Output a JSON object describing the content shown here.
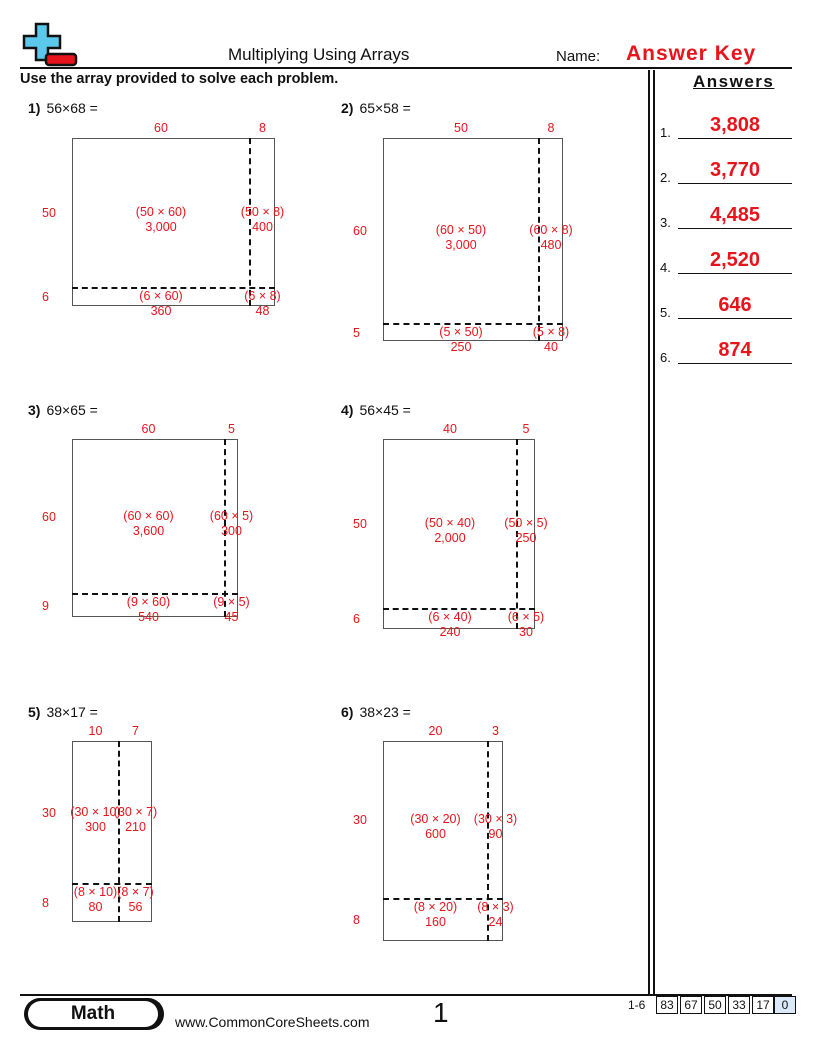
{
  "header": {
    "title": "Multiplying Using Arrays",
    "name_label": "Name:",
    "answer_key": "Answer Key",
    "instructions": "Use the array provided to solve each problem."
  },
  "answers_panel": {
    "heading": "Answers",
    "items": [
      {
        "num": "1.",
        "value": "3,808"
      },
      {
        "num": "2.",
        "value": "3,770"
      },
      {
        "num": "3.",
        "value": "4,485"
      },
      {
        "num": "4.",
        "value": "2,520"
      },
      {
        "num": "5.",
        "value": "646"
      },
      {
        "num": "6.",
        "value": "874"
      }
    ]
  },
  "problems": [
    {
      "num": "1)",
      "expr": "56×68 =",
      "top_labels": [
        "60",
        "8"
      ],
      "side_labels": [
        "50",
        "6"
      ],
      "cells": [
        [
          "(50 × 60)",
          "3,000"
        ],
        [
          "(50 × 8)",
          "400"
        ],
        [
          "(6 × 60)",
          "360"
        ],
        [
          "(6 × 8)",
          "48"
        ]
      ]
    },
    {
      "num": "2)",
      "expr": "65×58 =",
      "top_labels": [
        "50",
        "8"
      ],
      "side_labels": [
        "60",
        "5"
      ],
      "cells": [
        [
          "(60 × 50)",
          "3,000"
        ],
        [
          "(60 × 8)",
          "480"
        ],
        [
          "(5 × 50)",
          "250"
        ],
        [
          "(5 × 8)",
          "40"
        ]
      ]
    },
    {
      "num": "3)",
      "expr": "69×65 =",
      "top_labels": [
        "60",
        "5"
      ],
      "side_labels": [
        "60",
        "9"
      ],
      "cells": [
        [
          "(60 × 60)",
          "3,600"
        ],
        [
          "(60 × 5)",
          "300"
        ],
        [
          "(9 × 60)",
          "540"
        ],
        [
          "(9 × 5)",
          "45"
        ]
      ]
    },
    {
      "num": "4)",
      "expr": "56×45 =",
      "top_labels": [
        "40",
        "5"
      ],
      "side_labels": [
        "50",
        "6"
      ],
      "cells": [
        [
          "(50 × 40)",
          "2,000"
        ],
        [
          "(50 × 5)",
          "250"
        ],
        [
          "(6 × 40)",
          "240"
        ],
        [
          "(6 × 5)",
          "30"
        ]
      ]
    },
    {
      "num": "5)",
      "expr": "38×17 =",
      "top_labels": [
        "10",
        "7"
      ],
      "side_labels": [
        "30",
        "8"
      ],
      "cells": [
        [
          "(30 × 10)",
          "300"
        ],
        [
          "(30 × 7)",
          "210"
        ],
        [
          "(8 × 10)",
          "80"
        ],
        [
          "(8 × 7)",
          "56"
        ]
      ]
    },
    {
      "num": "6)",
      "expr": "38×23 =",
      "top_labels": [
        "20",
        "3"
      ],
      "side_labels": [
        "30",
        "8"
      ],
      "cells": [
        [
          "(30 × 20)",
          "600"
        ],
        [
          "(30 × 3)",
          "90"
        ],
        [
          "(8 × 20)",
          "160"
        ],
        [
          "(8 × 3)",
          "24"
        ]
      ]
    }
  ],
  "footer": {
    "subject": "Math",
    "site": "www.CommonCoreSheets.com",
    "page": "1",
    "range": "1-6",
    "scores": [
      "83",
      "67",
      "50",
      "33",
      "17",
      "0"
    ]
  },
  "colors": {
    "answer_red": "#e8141c",
    "logo_blue": "#5bc8ec",
    "logo_red": "#e8141c",
    "score_highlight": "#dbe8f8"
  }
}
